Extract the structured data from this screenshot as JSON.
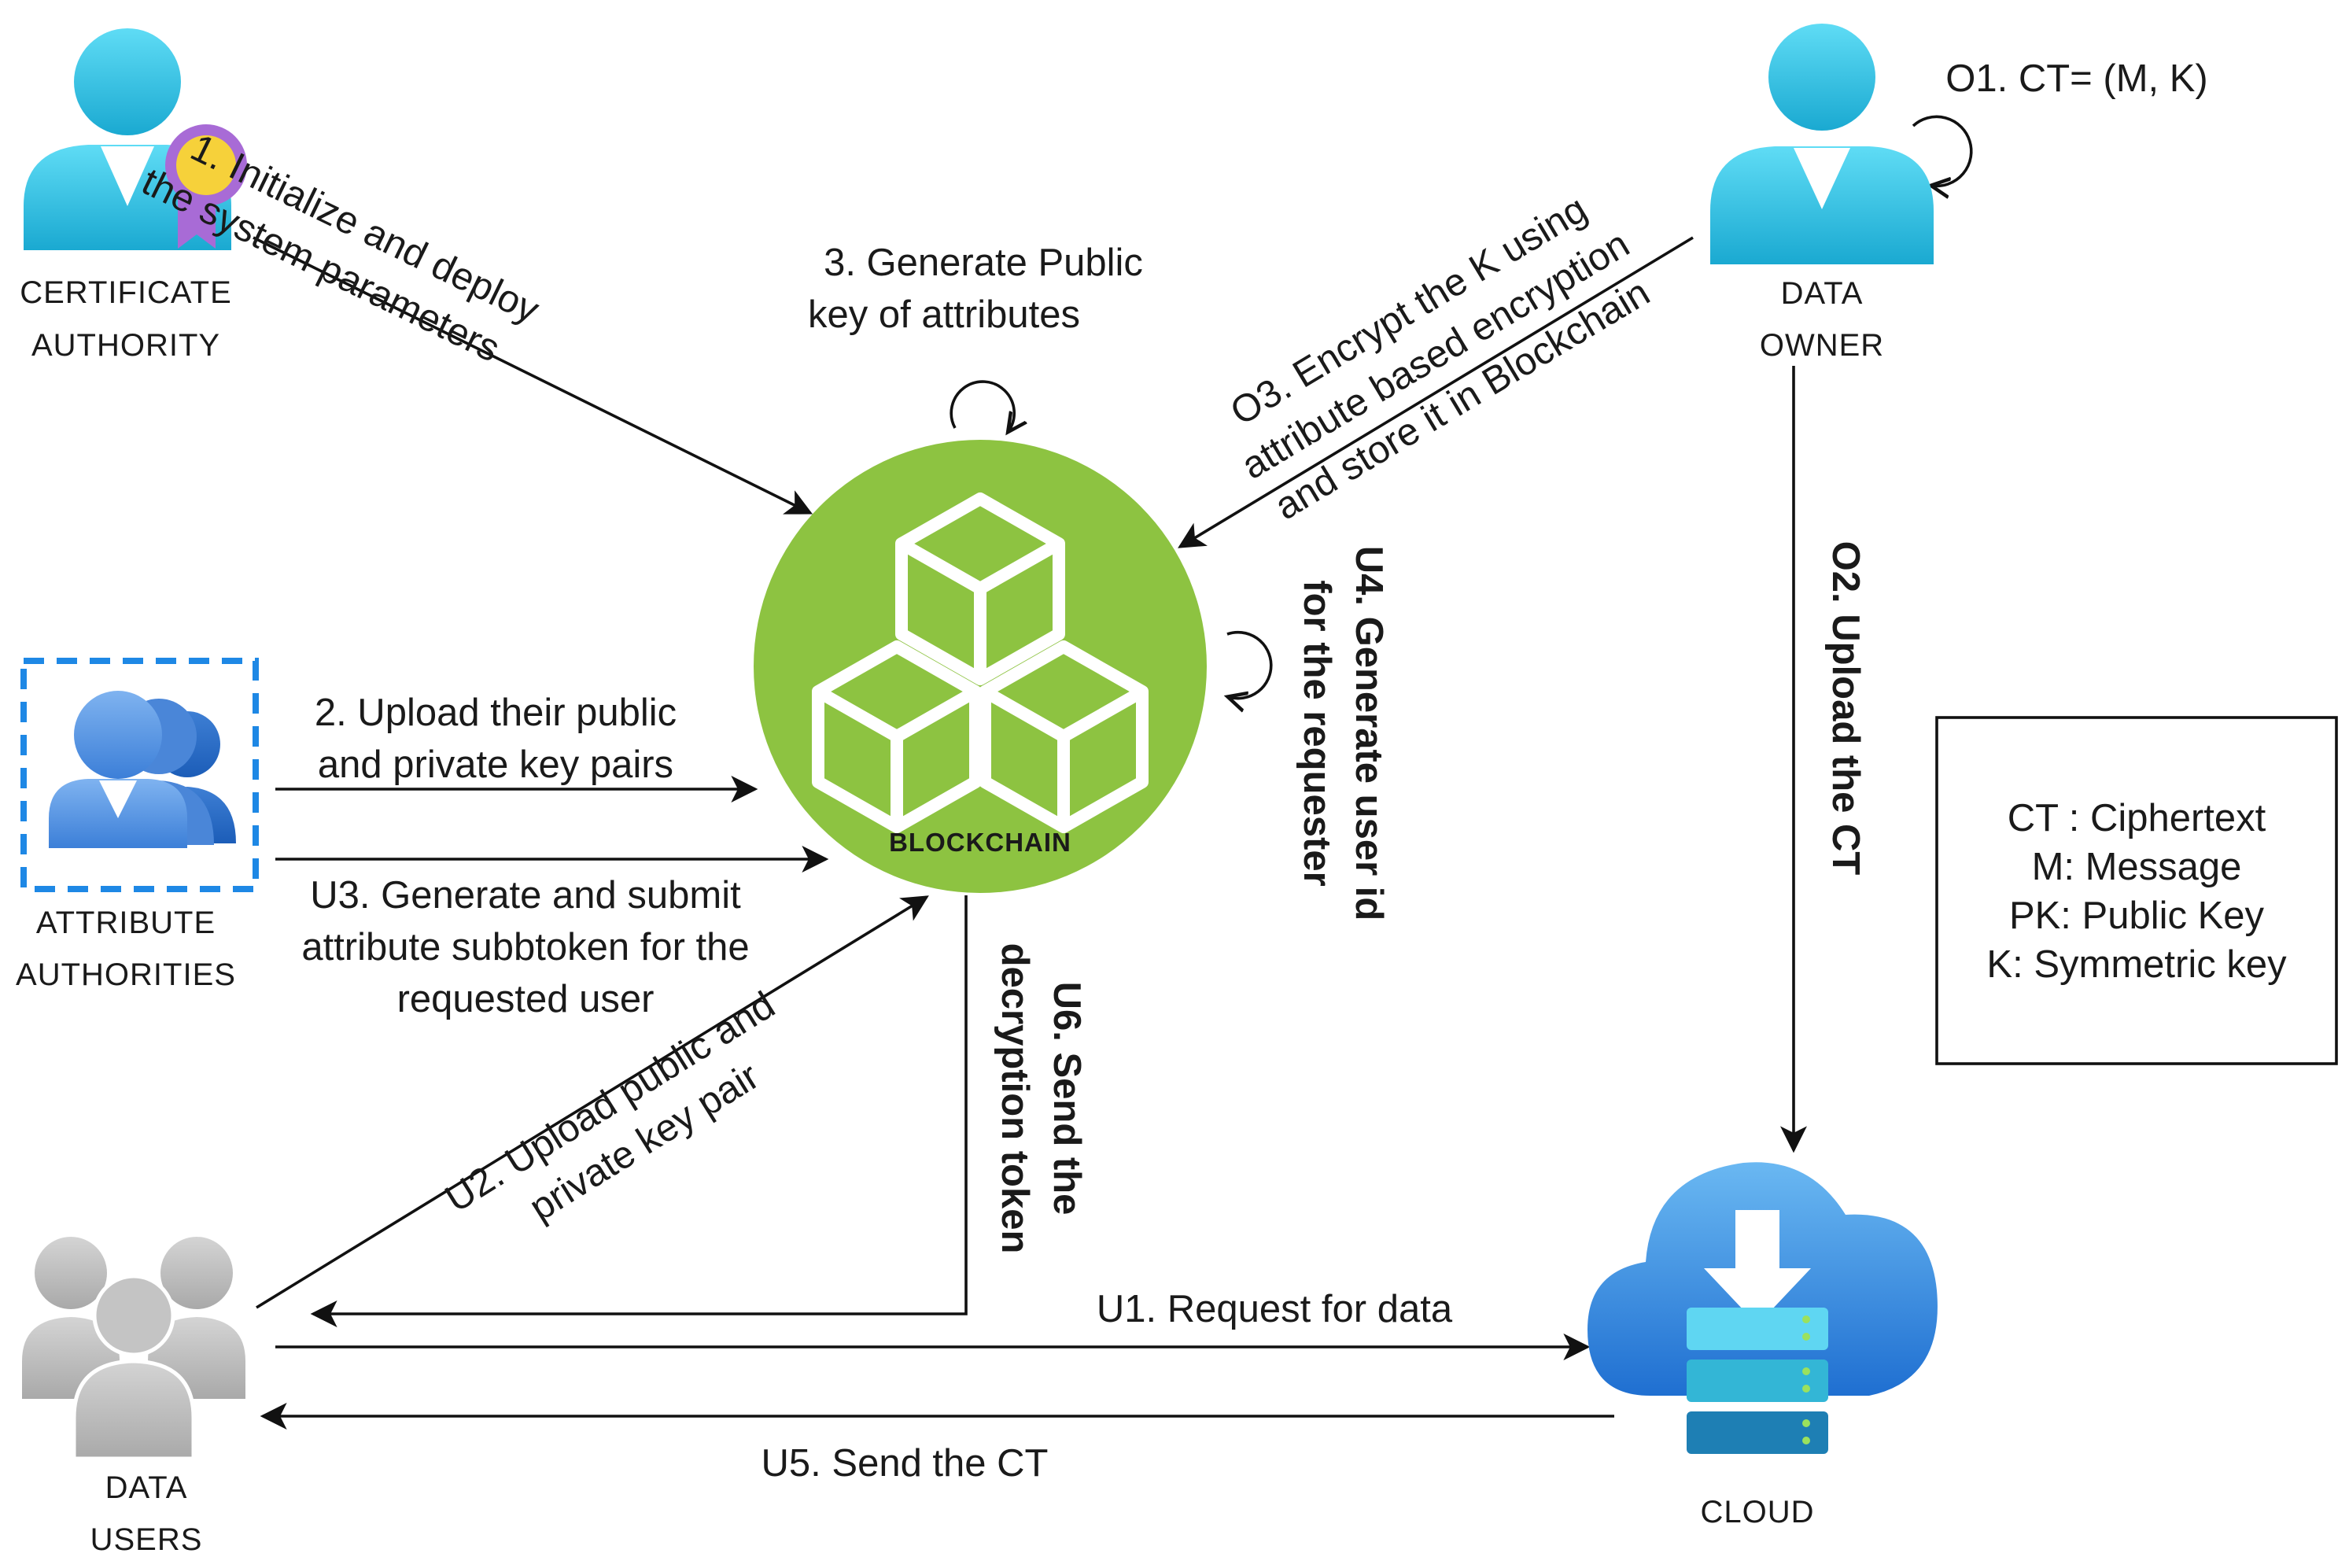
{
  "nodes": {
    "certificate_authority": {
      "line1": "CERTIFICATE",
      "line2": "AUTHORITY"
    },
    "attribute_authorities": {
      "line1": "ATTRIBUTE",
      "line2": "AUTHORITIES"
    },
    "data_users": {
      "line1": "DATA",
      "line2": "USERS"
    },
    "data_owner": {
      "line1": "DATA",
      "line2": "OWNER"
    },
    "cloud": {
      "label": "CLOUD"
    },
    "blockchain": {
      "label": "BLOCKCHAIN"
    }
  },
  "edges": {
    "step1": {
      "line1": "1. Initialize and deploy",
      "line2": "the system parameters"
    },
    "step2": {
      "line1": "2. Upload their public",
      "line2": "and private key pairs"
    },
    "step3": {
      "line1": "3. Generate Public",
      "line2": "key of  attributes"
    },
    "o1": {
      "label": "O1. CT= (M, K)"
    },
    "o2": {
      "label": "O2. Upload the CT"
    },
    "o3": {
      "line1": "O3.  Encrypt the K using",
      "line2": "attribute based encryption",
      "line3": "and  store it in Blockchain"
    },
    "u1": {
      "label": "U1. Request for data"
    },
    "u2": {
      "line1": "U2. Upload public and",
      "line2": "private key pair"
    },
    "u3": {
      "line1": "U3. Generate and submit",
      "line2": "attribute subbtoken  for the",
      "line3": "requested user"
    },
    "u4": {
      "line1": "U4. Generate user id",
      "line2": "for the requester"
    },
    "u5": {
      "label": "U5. Send the CT"
    },
    "u6": {
      "line1": "U6. Send the",
      "line2": "decryption token"
    }
  },
  "legend": {
    "items": [
      "CT : Ciphertext",
      "M: Message",
      "PK: Public Key",
      "K:  Symmetric key"
    ]
  },
  "colors": {
    "blockchain_green": "#8dc341",
    "person_cyan": "#33c7e6",
    "person_blue": "#4e8fe0",
    "group_gray": "#b8b8b8",
    "cloud_blue": "#2b8fe0",
    "badge_gold": "#f6d13a",
    "badge_purple": "#a86bd6",
    "selection_dash": "#1e88e5"
  },
  "icons": [
    "certificate-authority-icon",
    "attribute-authorities-icon",
    "data-users-icon",
    "data-owner-icon",
    "cloud-storage-icon",
    "blockchain-icon"
  ]
}
